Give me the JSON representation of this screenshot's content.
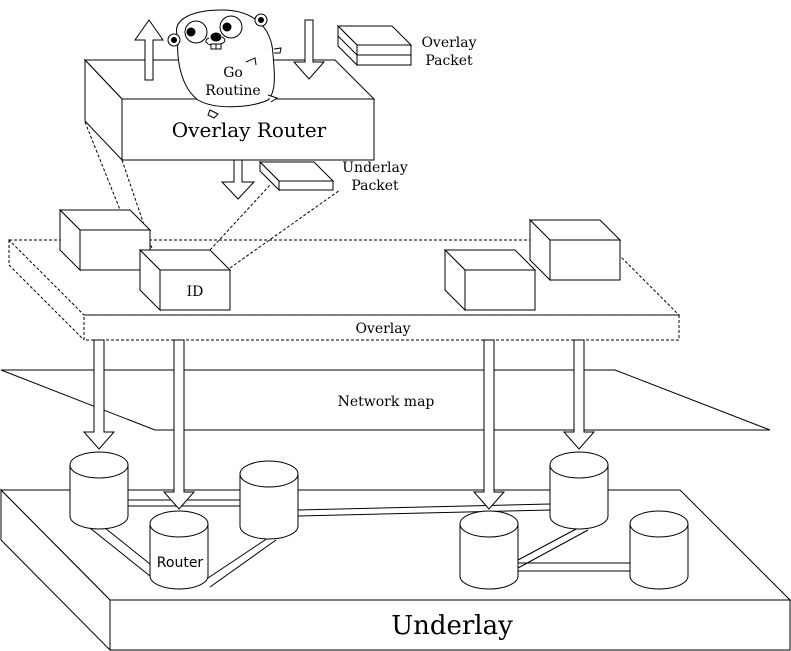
{
  "labels": {
    "overlay_router": "Overlay Router",
    "go_routine_line1": "Go",
    "go_routine_line2": "Routine",
    "overlay_packet_line1": "Overlay",
    "overlay_packet_line2": "Packet",
    "underlay_packet_line1": "Underlay",
    "underlay_packet_line2": "Packet",
    "id": "ID",
    "overlay": "Overlay",
    "network_map": "Network map",
    "router": "Router",
    "underlay": "Underlay"
  },
  "colors": {
    "stroke": "#000000",
    "fill": "#ffffff"
  },
  "icons": {
    "mascot": "gopher-icon"
  }
}
